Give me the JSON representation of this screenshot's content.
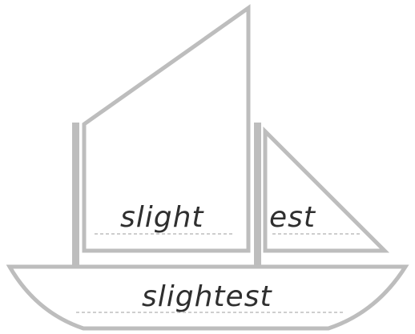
{
  "boat": {
    "main_sail_word": "slight",
    "jib_sail_word": "est",
    "hull_word": "slightest"
  },
  "colors": {
    "outline": "#BDBDBD",
    "text": "#2f2f2f",
    "background": "#ffffff"
  }
}
